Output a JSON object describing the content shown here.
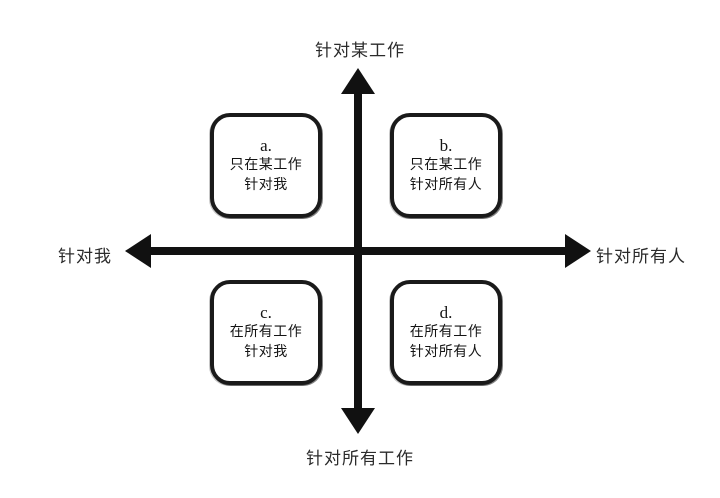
{
  "diagram": {
    "type": "2x2-quadrant-matrix",
    "background_color": "#ffffff",
    "axis_color": "#111111",
    "box_border_color": "#1a1a1a",
    "text_color": "#141414"
  },
  "axes": {
    "top_label": "针对某工作",
    "bottom_label": "针对所有工作",
    "left_label": "针对我",
    "right_label": "针对所有人"
  },
  "quadrants": [
    {
      "key": "a.",
      "line1": "只在某工作",
      "line2": "针对我"
    },
    {
      "key": "b.",
      "line1": "只在某工作",
      "line2": "针对所有人"
    },
    {
      "key": "c.",
      "line1": "在所有工作",
      "line2": "针对我"
    },
    {
      "key": "d.",
      "line1": "在所有工作",
      "line2": "针对所有人"
    }
  ]
}
